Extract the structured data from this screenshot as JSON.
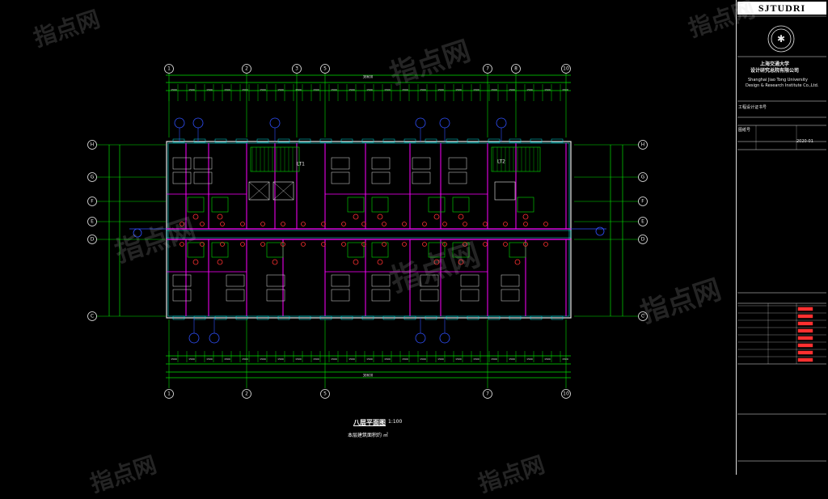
{
  "title_block": {
    "logo_text": "SJTUDRI",
    "org_cn_1": "上海交通大学",
    "org_cn_2": "设计研究总院有限公司",
    "org_en_1": "Shanghai Jiao Tong University",
    "org_en_2": "Design & Research Institute Co.,Ltd.",
    "cert_line": "工程设计证书号",
    "revision_code": "2020-01",
    "revision_note": "图纸号"
  },
  "drawing": {
    "title": "八层平面图",
    "scale": "1:100",
    "area_note": "本层建筑面积约 ㎡",
    "top_axes": [
      "1",
      "2",
      "3",
      "5",
      "7",
      "8",
      "10"
    ],
    "bottom_axes": [
      "1",
      "2",
      "5",
      "7",
      "10"
    ],
    "left_axes": [
      "H",
      "G",
      "F",
      "E",
      "D",
      "C"
    ],
    "room_labels": [
      "LT1",
      "LT2"
    ]
  },
  "watermark": "指点网",
  "colors": {
    "dimension": "#00e000",
    "wall": "#ff00ff",
    "axis": "#e8e8e8",
    "room": "#e0e0e0",
    "fixture": "#ff3030",
    "accent_blue": "#3050ff",
    "accent_cyan": "#00e0e0"
  }
}
